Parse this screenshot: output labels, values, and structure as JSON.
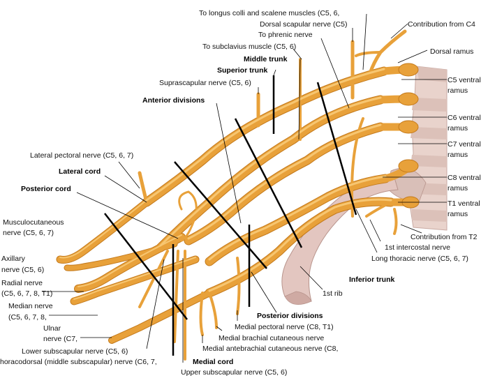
{
  "colors": {
    "nerve": "#e8a13a",
    "nerve_highlight": "#f7c671",
    "nerve_shadow": "#c47a1c",
    "bone": "#e9d3cc",
    "bone_shadow": "#c9aaa3",
    "leader": "#000000",
    "background": "#ffffff"
  },
  "labels": {
    "longus_colli": "To longus colli and scalene muscles (C5, 6,",
    "dorsal_scapular": "Dorsal scapular nerve (C5)",
    "phrenic": "To phrenic nerve",
    "subclavius": "To subclavius muscle (C5, 6)",
    "middle_trunk": "Middle trunk",
    "superior_trunk": "Superior trunk",
    "suprascapular": "Suprascapular nerve (C5, 6)",
    "anterior_divisions": "Anterior divisions",
    "contribution_c4": "Contribution from C4",
    "dorsal_ramus": "Dorsal ramus",
    "c5_ventral_1": "C5 ventral",
    "c5_ventral_2": "ramus",
    "c6_ventral_1": "C6 ventral",
    "c6_ventral_2": "ramus",
    "c7_ventral_1": "C7 ventral",
    "c7_ventral_2": "ramus",
    "c8_ventral_1": "C8 ventral",
    "c8_ventral_2": "ramus",
    "t1_ventral_1": "T1 ventral",
    "t1_ventral_2": "ramus",
    "contribution_t2": "Contribution from T2",
    "first_intercostal": "1st intercostal nerve",
    "long_thoracic": "Long thoracic nerve (C5, 6, 7)",
    "lateral_pectoral": "Lateral pectoral nerve (C5, 6, 7)",
    "lateral_cord": "Lateral cord",
    "posterior_cord": "Posterior cord",
    "musculocutaneous_1": "Musculocutaneous",
    "musculocutaneous_2": "nerve (C5, 6, 7)",
    "axillary_1": "Axillary",
    "axillary_2": "nerve (C5, 6)",
    "radial_1": "Radial nerve",
    "radial_2": "(C5, 6, 7, 8, T1)",
    "median_1": "Median nerve",
    "median_2": "(C5, 6, 7, 8,",
    "ulnar_1": "Ulnar",
    "ulnar_2": "nerve (C7,",
    "inferior_trunk": "Inferior trunk",
    "first_rib": "1st rib",
    "posterior_divisions": "Posterior divisions",
    "medial_pectoral": "Medial pectoral nerve (C8, T1)",
    "medial_brachial": "Medial brachial cutaneous nerve",
    "medial_antebrachial": "Medial antebrachial cutaneous nerve (C8,",
    "lower_subscapular": "Lower subscapular nerve (C5, 6)",
    "thoracodorsal": "horacodorsal (middle subscapular) nerve (C6, 7,",
    "medial_cord": "Medial cord",
    "upper_subscapular": "Upper subscapular nerve (C5, 6)"
  }
}
